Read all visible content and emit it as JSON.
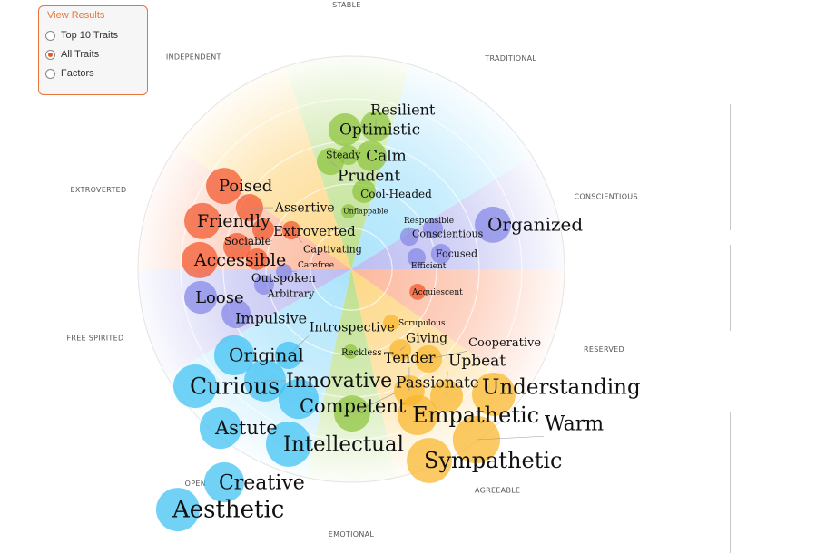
{
  "panel": {
    "title": "View Results",
    "options": [
      {
        "label": "Top 10 Traits",
        "selected": false
      },
      {
        "label": "All Traits",
        "selected": true
      },
      {
        "label": "Factors",
        "selected": false
      }
    ]
  },
  "chart_data": {
    "type": "scatter",
    "subtype": "polar-bubble",
    "title": "",
    "range": [
      -100,
      100
    ],
    "rings": [
      20,
      40,
      60,
      80,
      100
    ],
    "colors": {
      "green": "#8cc43c",
      "red": "#f2542a",
      "purple": "#8587e6",
      "blue": "#3cc0f2",
      "orange": "#f9b52a"
    },
    "factors": [
      {
        "label": "STABLE",
        "from": 74,
        "to": 108,
        "color": "#b9de86"
      },
      {
        "label": "TRADITIONAL",
        "from": 32,
        "to": 74,
        "color": "#a6e2fb"
      },
      {
        "label": "CONSCIENTIOUS",
        "from": 0,
        "to": 32,
        "color": "#b9b9f1"
      },
      {
        "label": "RESERVED",
        "from": -35,
        "to": 0,
        "color": "#fcb497"
      },
      {
        "label": "AGREEABLE",
        "from": -78,
        "to": -35,
        "color": "#fdd57e"
      },
      {
        "label": "EMOTIONAL",
        "from": -102,
        "to": -78,
        "color": "#b9de86"
      },
      {
        "label": "OPEN",
        "from": -150,
        "to": -102,
        "color": "#a6e2fb"
      },
      {
        "label": "FREE SPIRITED",
        "from": -180,
        "to": -150,
        "color": "#b9b9f1"
      },
      {
        "label": "EXTROVERTED",
        "from": 145,
        "to": 180,
        "color": "#fcb497"
      },
      {
        "label": "INDEPENDENT",
        "from": 108,
        "to": 145,
        "color": "#fdd57e"
      }
    ],
    "traits": [
      {
        "name": "Optimistic",
        "x": -3.0,
        "y": 65.5,
        "size": 7.7,
        "strength": 17,
        "group": "green"
      },
      {
        "name": "Resilient",
        "x": 11.5,
        "y": 67.2,
        "size": 7.2,
        "strength": 16,
        "group": "green"
      },
      {
        "name": "Calm",
        "x": 9.4,
        "y": 53.2,
        "size": 7.2,
        "strength": 17,
        "group": "green"
      },
      {
        "name": "Steady",
        "x": -1.3,
        "y": 53.6,
        "size": 4.7,
        "strength": 11,
        "group": "green"
      },
      {
        "name": "Prudent",
        "x": -9.8,
        "y": 50.6,
        "size": 6.4,
        "strength": 17,
        "group": "green"
      },
      {
        "name": "Cool-Headed",
        "x": 6.0,
        "y": 36.6,
        "size": 5.5,
        "strength": 12,
        "group": "green"
      },
      {
        "name": "Unflappable",
        "x": -1.3,
        "y": 27.2,
        "size": 3.4,
        "strength": 8,
        "group": "green"
      },
      {
        "name": "Reckless",
        "x": -0.4,
        "y": -38.7,
        "size": 3.4,
        "strength": 10,
        "group": "green"
      },
      {
        "name": "Passionate",
        "x": 0.4,
        "y": -67.7,
        "size": 8.5,
        "strength": 17,
        "group": "green"
      },
      {
        "name": "Poised",
        "x": -59.6,
        "y": 39.1,
        "size": 8.5,
        "strength": 18,
        "group": "red"
      },
      {
        "name": "Assertive",
        "x": -47.7,
        "y": 28.9,
        "size": 6.4,
        "strength": 14,
        "group": "red"
      },
      {
        "name": "Friendly",
        "x": -69.8,
        "y": 22.6,
        "size": 8.5,
        "strength": 19,
        "group": "red"
      },
      {
        "name": "Sociable",
        "x": -41.3,
        "y": 18.7,
        "size": 5.1,
        "strength": 12,
        "group": "red"
      },
      {
        "name": "Captivating",
        "x": -28.1,
        "y": 18.3,
        "size": 4.3,
        "strength": 11,
        "group": "red"
      },
      {
        "name": "Extroverted",
        "x": -53.6,
        "y": 10.6,
        "size": 6.4,
        "strength": 15,
        "group": "red"
      },
      {
        "name": "Outspoken",
        "x": -44.3,
        "y": 4.7,
        "size": 5.1,
        "strength": 13,
        "group": "red"
      },
      {
        "name": "Accessible",
        "x": -71.1,
        "y": 4.3,
        "size": 8.5,
        "strength": 19,
        "group": "red"
      },
      {
        "name": "Acquiescent",
        "x": 31.1,
        "y": -10.6,
        "size": 3.8,
        "strength": 9,
        "group": "red"
      },
      {
        "name": "Organized",
        "x": 66.4,
        "y": 20.9,
        "size": 8.5,
        "strength": 20,
        "group": "purple"
      },
      {
        "name": "Conscientious",
        "x": 38.3,
        "y": 19.1,
        "size": 4.7,
        "strength": 11,
        "group": "purple"
      },
      {
        "name": "Responsible",
        "x": 27.2,
        "y": 15.3,
        "size": 4.3,
        "strength": 9,
        "group": "purple"
      },
      {
        "name": "Focused",
        "x": 42.1,
        "y": 7.2,
        "size": 4.7,
        "strength": 11,
        "group": "purple"
      },
      {
        "name": "Efficient",
        "x": 30.6,
        "y": 5.5,
        "size": 4.3,
        "strength": 9,
        "group": "purple"
      },
      {
        "name": "Carefree",
        "x": -31.5,
        "y": -1.3,
        "size": 3.8,
        "strength": 9,
        "group": "purple"
      },
      {
        "name": "Arbitrary",
        "x": -40.9,
        "y": -7.2,
        "size": 4.7,
        "strength": 11,
        "group": "purple"
      },
      {
        "name": "Loose",
        "x": -70.6,
        "y": -13.2,
        "size": 7.7,
        "strength": 18,
        "group": "purple"
      },
      {
        "name": "Impulsive",
        "x": -54.0,
        "y": -20.9,
        "size": 6.8,
        "strength": 16,
        "group": "purple"
      },
      {
        "name": "Original",
        "x": -54.9,
        "y": -40.4,
        "size": 9.4,
        "strength": 20,
        "group": "blue"
      },
      {
        "name": "Introspective",
        "x": -29.4,
        "y": -40.4,
        "size": 6.4,
        "strength": 14,
        "group": "blue"
      },
      {
        "name": "Curious",
        "x": -73.2,
        "y": -54.9,
        "size": 10.2,
        "strength": 25,
        "group": "blue"
      },
      {
        "name": "Innovative",
        "x": -40.4,
        "y": -52.3,
        "size": 9.8,
        "strength": 22,
        "group": "blue"
      },
      {
        "name": "Competent",
        "x": -24.7,
        "y": -60.9,
        "size": 9.4,
        "strength": 21,
        "group": "blue"
      },
      {
        "name": "Astute",
        "x": -61.3,
        "y": -74.5,
        "size": 9.8,
        "strength": 21,
        "group": "blue"
      },
      {
        "name": "Intellectual",
        "x": -29.4,
        "y": -82.1,
        "size": 10.6,
        "strength": 23,
        "group": "blue"
      },
      {
        "name": "Creative",
        "x": -59.6,
        "y": -100.0,
        "size": 9.4,
        "strength": 22,
        "group": "blue"
      },
      {
        "name": "Aesthetic",
        "x": -81.3,
        "y": -112.8,
        "size": 10.2,
        "strength": 26,
        "group": "blue"
      },
      {
        "name": "Scrupulous",
        "x": 18.7,
        "y": -25.1,
        "size": 3.8,
        "strength": 9,
        "group": "orange"
      },
      {
        "name": "Giving",
        "x": 23.0,
        "y": -37.9,
        "size": 5.1,
        "strength": 14,
        "group": "orange"
      },
      {
        "name": "Cooperative",
        "x": 36.2,
        "y": -42.1,
        "size": 6.4,
        "strength": 13,
        "group": "orange"
      },
      {
        "name": "Tender",
        "x": 27.2,
        "y": -57.0,
        "size": 7.2,
        "strength": 16,
        "group": "orange"
      },
      {
        "name": "Upbeat",
        "x": 44.7,
        "y": -59.6,
        "size": 7.7,
        "strength": 17,
        "group": "orange"
      },
      {
        "name": "Understanding",
        "x": 66.8,
        "y": -58.7,
        "size": 10.2,
        "strength": 23,
        "group": "orange"
      },
      {
        "name": "Empathetic",
        "x": 31.1,
        "y": -68.5,
        "size": 9.4,
        "strength": 24,
        "group": "orange"
      },
      {
        "name": "Warm",
        "x": 58.7,
        "y": -80.0,
        "size": 11.1,
        "strength": 22,
        "group": "orange"
      },
      {
        "name": "Sympathetic",
        "x": 36.6,
        "y": -89.8,
        "size": 10.6,
        "strength": 24,
        "group": "orange"
      }
    ]
  }
}
